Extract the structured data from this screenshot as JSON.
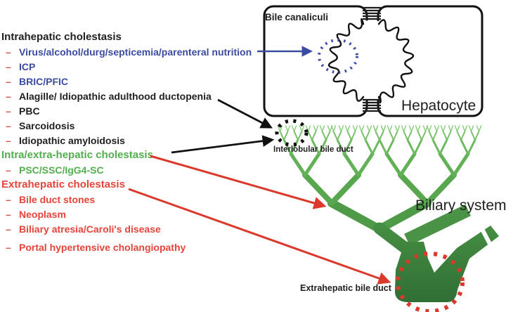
{
  "legend": {
    "bullet": "–",
    "sections": [
      {
        "heading": "Intrahepatic cholestasis",
        "heading_color": "#1f1f1f",
        "items": [
          {
            "text": "Virus/alcohol/durg/septicemia/parenteral nutrition",
            "color": "#3b4ba2"
          },
          {
            "text": "ICP",
            "color": "#3b4ba2"
          },
          {
            "text": "BRIC/PFIC",
            "color": "#3b4ba2"
          },
          {
            "text": "Alagille/ Idiopathic adulthood ductopenia",
            "color": "#1f1f1f"
          },
          {
            "text": "PBC",
            "color": "#1f1f1f"
          },
          {
            "text": "Sarcoidosis",
            "color": "#1f1f1f"
          },
          {
            "text": "Idiopathic amyloidosis",
            "color": "#1f1f1f"
          }
        ]
      },
      {
        "heading": "Intra/extra-hepatic cholestasis",
        "heading_color": "#53ae4e",
        "items": [
          {
            "text": "PSC/SSC/IgG4-SC",
            "color": "#53ae4e"
          }
        ]
      },
      {
        "heading": "Extrahepatic cholestasis",
        "heading_color": "#e6443a",
        "items": [
          {
            "text": "Bile duct stones",
            "color": "#e6443a"
          },
          {
            "text": "Neoplasm",
            "color": "#e6443a"
          },
          {
            "text": "Biliary atresia/Caroli's disease",
            "color": "#e6443a"
          },
          {
            "text": "Portal hypertensive cholangiopathy",
            "color": "#e6443a"
          }
        ]
      }
    ]
  },
  "diagram": {
    "labels": {
      "bile_canaliculi": "Bile canaliculi",
      "hepatocyte": "Hepatocyte",
      "interlobular_bile_duct": "Interlobular bile duct",
      "biliary_system": "Biliary system",
      "extrahepatic_bile_duct": "Extrahepatic bile duct"
    },
    "colors": {
      "bullet": "#d05a50",
      "blue_text": "#3b4ba2",
      "black_text": "#1f1f1f",
      "green_text": "#53ae4e",
      "red_text": "#e6443a",
      "arrow_blue": "#3b4ba2",
      "arrow_black": "#111111",
      "arrow_red": "#da392c",
      "cell_border": "#111111",
      "tree_light_green": "#80c870",
      "tree_mid_green": "#58a74f",
      "tree_dark_green": "#2d6a33",
      "highlight_blue_circle": "#3b4ba2",
      "highlight_black_circle": "#111111",
      "highlight_red_circle": "#da392c"
    }
  }
}
